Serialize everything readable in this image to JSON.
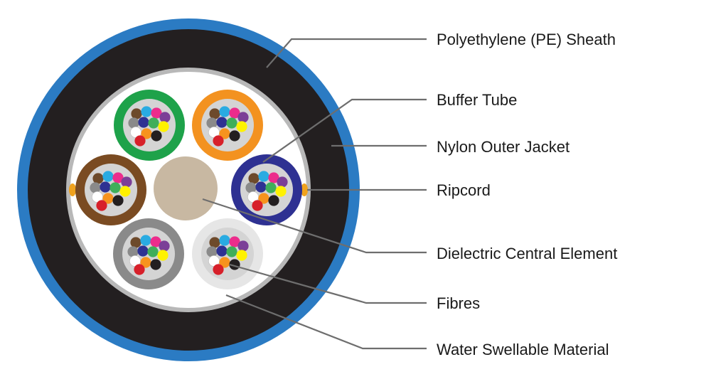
{
  "labels": {
    "sheath": "Polyethylene (PE) Sheath",
    "buffer_tube": "Buffer Tube",
    "nylon_jacket": "Nylon Outer Jacket",
    "ripcord": "Ripcord",
    "central_element": "Dielectric Central Element",
    "fibres": "Fibres",
    "water_swellable": "Water Swellable Material"
  },
  "colors": {
    "nylon_jacket": "#2b7bc3",
    "sheath": "#231f20",
    "inner_ring": "#b8b8b8",
    "filler": "#ffffff",
    "central_element": "#c8b8a2",
    "ripcord": "#f0a21e",
    "leader_line": "#6e6e6e",
    "buffer_tubes": [
      "#1ea24a",
      "#f39220",
      "#7a4b22",
      "#2e3192",
      "#8a8a8a",
      "#e6e6e6"
    ],
    "fibres": [
      "#29abe2",
      "#ec2c8c",
      "#7b3f97",
      "#6d4a2b",
      "#2e3192",
      "#3fae5a",
      "#8a8a8a",
      "#f7931e",
      "#fff200",
      "#ffffff",
      "#d7202a",
      "#231f20"
    ]
  }
}
